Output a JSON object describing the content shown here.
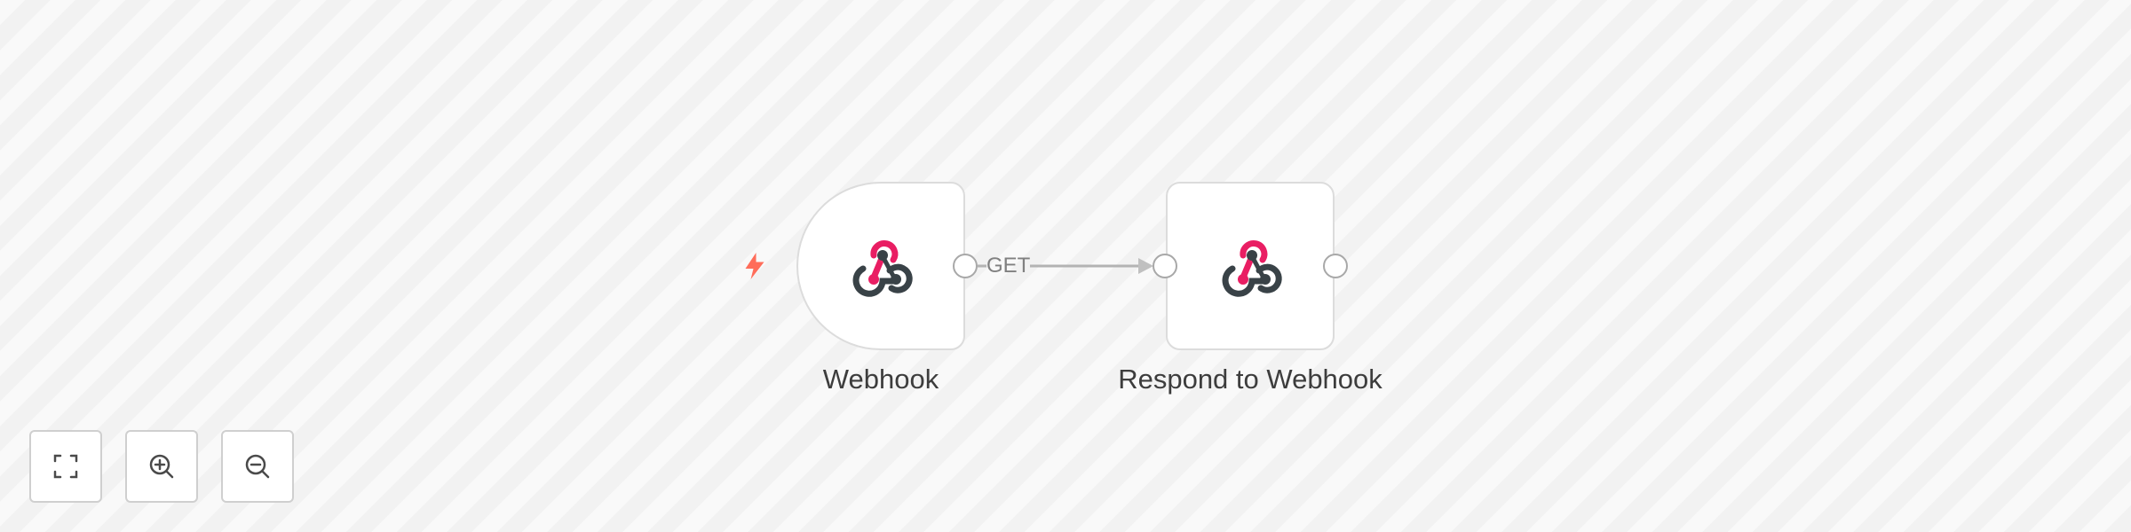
{
  "canvas": {
    "nodes": [
      {
        "id": "webhook",
        "label": "Webhook",
        "type": "trigger",
        "icon": "webhook-icon"
      },
      {
        "id": "respond",
        "label": "Respond to Webhook",
        "type": "action",
        "icon": "webhook-icon"
      }
    ],
    "edges": [
      {
        "from": "webhook",
        "to": "respond",
        "label": "GET"
      }
    ],
    "trigger_indicator": "lightning-bolt-icon"
  },
  "controls": [
    {
      "name": "zoom-to-fit",
      "icon": "fit-view-icon"
    },
    {
      "name": "zoom-in",
      "icon": "zoom-in-icon"
    },
    {
      "name": "zoom-out",
      "icon": "zoom-out-icon"
    }
  ],
  "colors": {
    "accent_pink": "#e91e63",
    "icon_dark": "#394247",
    "trigger_bolt": "#ff6d5a",
    "edge": "#b3b3b3"
  }
}
